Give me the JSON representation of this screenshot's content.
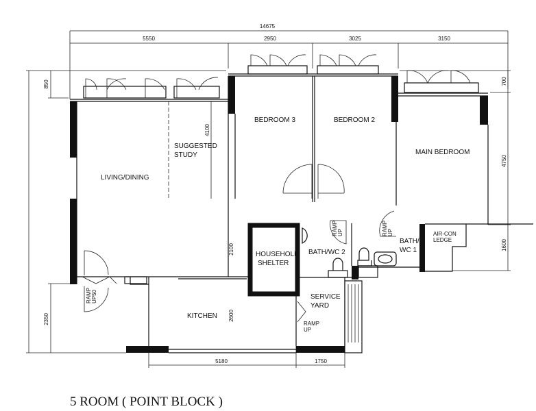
{
  "title": "5 ROOM ( POINT BLOCK )",
  "rooms": {
    "living_dining": "LIVING/DINING",
    "study_1": "SUGGESTED",
    "study_2": "STUDY",
    "bedroom3": "BEDROOM 3",
    "bedroom2": "BEDROOM 2",
    "main_bedroom": "MAIN BEDROOM",
    "shelter_1": "HOUSEHOLD",
    "shelter_2": "SHELTER",
    "bath2": "BATH/WC 2",
    "bath1_1": "BATH/",
    "bath1_2": "WC 1",
    "aircon_1": "AIR-CON",
    "aircon_2": "LEDGE",
    "service_1": "SERVICE",
    "service_2": "YARD",
    "kitchen": "KITCHEN",
    "ramp_up": "RAMP",
    "ramp_up_2": "UP",
    "ramp_entry_2": "UP50"
  },
  "dimensions": {
    "overall": "14675",
    "top": [
      "5550",
      "2950",
      "3025",
      "3150"
    ],
    "left_top": "850",
    "left_bottom": "2350",
    "right": [
      "700",
      "4750",
      "1600"
    ],
    "study_depth": "4100",
    "living_lower": "2100",
    "kitchen_depth": "2600",
    "bottom": [
      "5180",
      "1750"
    ]
  }
}
